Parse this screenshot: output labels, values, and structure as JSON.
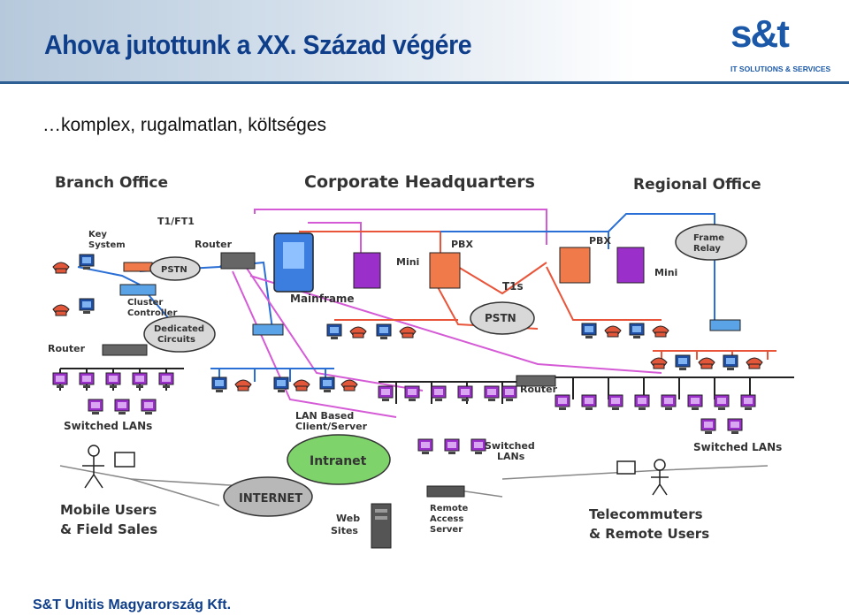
{
  "header": {
    "title": "Ahova jutottunk a XX. Század végére",
    "logo_text": "s&t",
    "logo_subtext": "IT SOLUTIONS & SERVICES"
  },
  "subtitle": "…komplex, rugalmatlan, költséges",
  "footer": "S&T Unitis Magyarország Kft.",
  "diagram": {
    "sections": {
      "branch": "Branch Office",
      "hq": "Corporate Headquarters",
      "regional": "Regional Office"
    },
    "labels": {
      "t1ft1": "T1/FT1",
      "key_system_1": "Key",
      "key_system_2": "System",
      "pstn_small": "PSTN",
      "router_top": "Router",
      "cluster_1": "Cluster",
      "cluster_2": "Controller",
      "dedicated_1": "Dedicated",
      "dedicated_2": "Circuits",
      "router_left": "Router",
      "mainframe": "Mainframe",
      "mini_left": "Mini",
      "pbx_left": "PBX",
      "t1s": "T1s",
      "pstn_center": "PSTN",
      "pbx_right": "PBX",
      "mini_right": "Mini",
      "frame_relay_1": "Frame",
      "frame_relay_2": "Relay",
      "router_center": "Router",
      "switched_lans_left": "Switched LANs",
      "lan_based_1": "LAN Based",
      "lan_based_2": "Client/Server",
      "switched_lans_center_1": "Switched",
      "switched_lans_center_2": "LANs",
      "switched_lans_right": "Switched LANs",
      "intranet": "Intranet",
      "internet": "INTERNET",
      "web_sites_1": "Web",
      "web_sites_2": "Sites",
      "remote_access_1": "Remote",
      "remote_access_2": "Access",
      "remote_access_3": "Server",
      "mobile_1": "Mobile Users",
      "mobile_2": "& Field Sales",
      "telecom_1": "Telecommuters",
      "telecom_2": "& Remote Users"
    }
  }
}
